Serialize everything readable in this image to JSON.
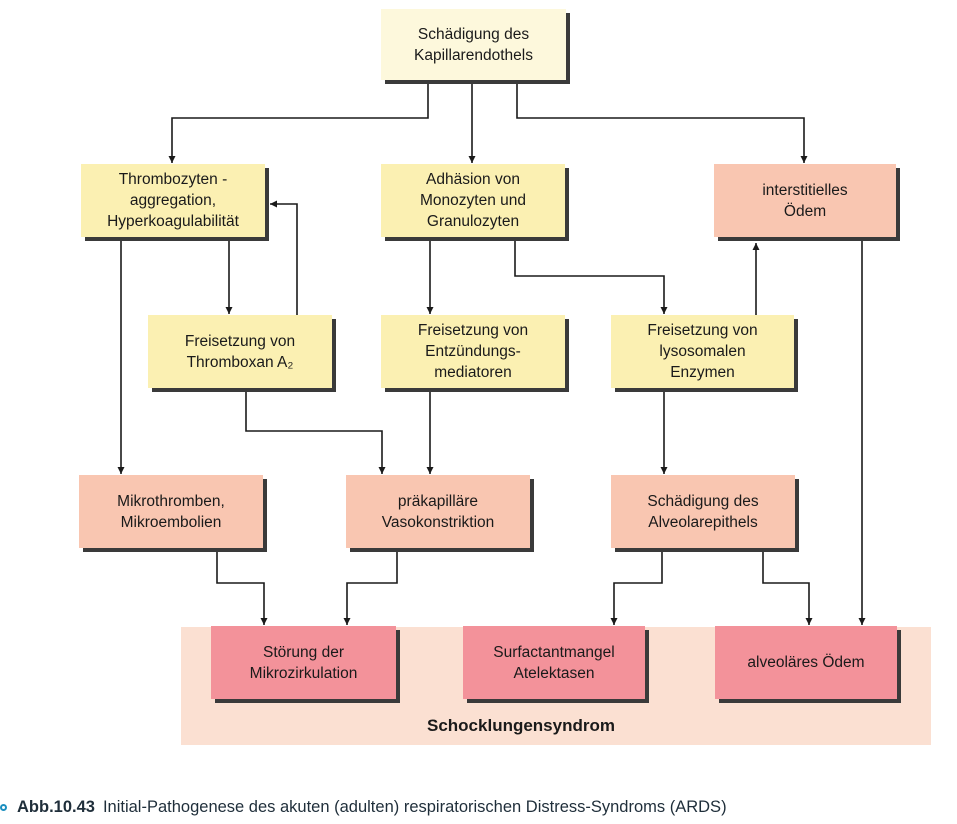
{
  "nodes": {
    "endothel": {
      "lines": [
        "Schädigung des",
        "Kapillarendothels"
      ]
    },
    "thrombo": {
      "lines": [
        "Thrombozyten -",
        "aggregation,",
        "Hyperkoagulabilität"
      ]
    },
    "adhaesion": {
      "lines": [
        "Adhäsion von",
        "Monozyten und",
        "Granulozyten"
      ]
    },
    "interstitiell": {
      "lines": [
        "interstitielles",
        "Ödem"
      ]
    },
    "thromboxan": {
      "lines": [
        "Freisetzung von",
        "Thromboxan A₂"
      ]
    },
    "entzuendung": {
      "lines": [
        "Freisetzung von",
        "Entzündungs-",
        "mediatoren"
      ]
    },
    "lysosomal": {
      "lines": [
        "Freisetzung von",
        "lysosomalen",
        "Enzymen"
      ]
    },
    "mikrothromben": {
      "lines": [
        "Mikrothromben,",
        "Mikroembolien"
      ]
    },
    "vasokonstriktion": {
      "lines": [
        "präkapilläre",
        "Vasokonstriktion"
      ]
    },
    "alveolarepithel": {
      "lines": [
        "Schädigung des",
        "Alveolarepithels"
      ]
    },
    "mikrozirkulation": {
      "lines": [
        "Störung der",
        "Mikrozirkulation"
      ]
    },
    "surfactant": {
      "lines": [
        "Surfactantmangel",
        "Atelektasen"
      ]
    },
    "alveolaer": {
      "lines": [
        "alveoläres Ödem"
      ]
    }
  },
  "region": {
    "label": "Schocklungensyndrom"
  },
  "caption": {
    "figure": "Abb.10.43",
    "text": "Initial-Pathogenese des akuten (adulten) respiratorischen Distress-Syndroms (ARDS)"
  },
  "colors": {
    "top": "#fdf8dc",
    "yellow": "#fbf0b2",
    "salmon": "#f9c6b1",
    "red": "#f3929a",
    "region": "#fbe0d2",
    "shadow": "#3a3a3a",
    "bullet": "#1c8fbf"
  }
}
